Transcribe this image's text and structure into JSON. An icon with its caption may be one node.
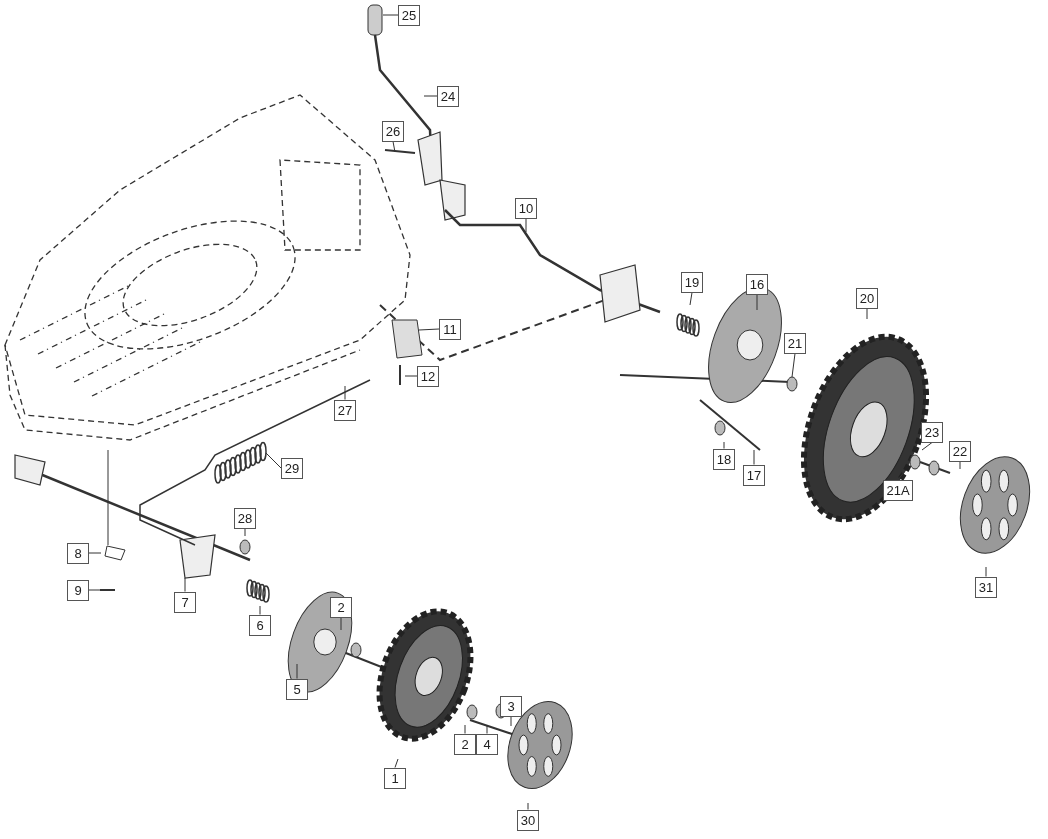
{
  "diagram": {
    "nodes": [
      {
        "text": [
          "25"
        ]
      },
      {
        "text": [
          "24"
        ]
      },
      {
        "text": [
          "26"
        ]
      },
      {
        "text": [
          "10"
        ]
      },
      {
        "text": [
          "16"
        ]
      },
      {
        "text": [
          "19"
        ]
      },
      {
        "text": [
          "20"
        ]
      },
      {
        "text": [
          "11"
        ]
      },
      {
        "text": [
          "21"
        ]
      },
      {
        "text": [
          "12"
        ]
      },
      {
        "text": [
          "27"
        ]
      },
      {
        "text": [
          "23"
        ]
      },
      {
        "text": [
          "22"
        ]
      },
      {
        "text": [
          "18"
        ]
      },
      {
        "text": [
          "29"
        ]
      },
      {
        "text": [
          "17"
        ]
      },
      {
        "text": [
          "21A"
        ]
      },
      {
        "text": [
          "28"
        ]
      },
      {
        "text": [
          "8"
        ]
      },
      {
        "text": [
          "31"
        ]
      },
      {
        "text": [
          "9"
        ]
      },
      {
        "text": [
          "7"
        ]
      },
      {
        "text": [
          "2"
        ]
      },
      {
        "text": [
          "6"
        ]
      },
      {
        "text": [
          "5"
        ]
      },
      {
        "text": [
          "3"
        ]
      },
      {
        "text": [
          "2"
        ]
      },
      {
        "text": [
          "4"
        ]
      },
      {
        "text": [
          "1"
        ]
      },
      {
        "text": [
          "30"
        ]
      },
      {
        "text": [],
        "shape": "box"
      },
      {
        "text": [],
        "shape": "picture"
      },
      {
        "text": [],
        "shape": "circle"
      }
    ],
    "edges": [
      {
        "from": 0,
        "to": null,
        "arrow": "none"
      },
      {
        "from": 1,
        "to": null,
        "arrow": "none"
      },
      {
        "from": 2,
        "to": null,
        "arrow": "none"
      },
      {
        "from": 3,
        "to": null,
        "arrow": "none"
      },
      {
        "from": 4,
        "to": null,
        "arrow": "none"
      },
      {
        "from": 5,
        "to": null,
        "arrow": "none"
      },
      {
        "from": 6,
        "to": null,
        "arrow": "none"
      },
      {
        "from": 7,
        "to": 30,
        "arrow": "none"
      },
      {
        "from": 8,
        "to": 32,
        "arrow": "none"
      },
      {
        "from": 9,
        "to": null,
        "arrow": "none"
      },
      {
        "from": 10,
        "to": null,
        "arrow": "none"
      },
      {
        "from": 11,
        "to": null,
        "arrow": "none"
      },
      {
        "from": 12,
        "to": null,
        "arrow": "none"
      },
      {
        "from": 13,
        "to": null,
        "arrow": "none"
      },
      {
        "from": 14,
        "to": 31,
        "arrow": "none"
      },
      {
        "from": 15,
        "to": null,
        "arrow": "none"
      },
      {
        "from": 16,
        "to": null,
        "arrow": "none"
      },
      {
        "from": 17,
        "to": null,
        "arrow": "none"
      },
      {
        "from": 18,
        "to": null,
        "arrow": "none"
      },
      {
        "from": 19,
        "to": null,
        "arrow": "none"
      },
      {
        "from": 20,
        "to": null,
        "arrow": "none"
      },
      {
        "from": 21,
        "to": null,
        "arrow": "none"
      },
      {
        "from": 22,
        "to": null,
        "arrow": "none"
      },
      {
        "from": 23,
        "to": null,
        "arrow": "none"
      },
      {
        "from": 24,
        "to": null,
        "arrow": "none"
      },
      {
        "from": 25,
        "to": null,
        "arrow": "none"
      },
      {
        "from": 26,
        "to": null,
        "arrow": "none"
      },
      {
        "from": 27,
        "to": null,
        "arrow": "none"
      },
      {
        "from": 28,
        "to": null,
        "arrow": "none"
      },
      {
        "from": 29,
        "to": null,
        "arrow": "none"
      }
    ]
  }
}
